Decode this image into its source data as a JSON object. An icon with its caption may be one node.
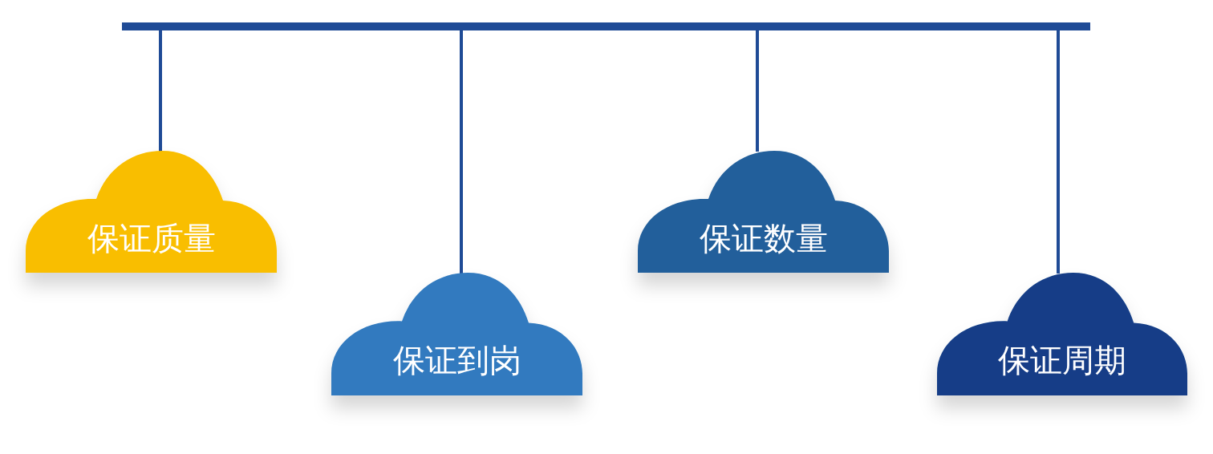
{
  "diagram": {
    "nodes": [
      {
        "text": [],
        "shape": "bar"
      },
      {
        "text": [
          "保证质量"
        ]
      },
      {
        "text": [
          "保证到岗"
        ]
      },
      {
        "text": [
          "保证数量"
        ]
      },
      {
        "text": [
          "保证周期"
        ]
      }
    ],
    "edges": [
      {
        "from": 0,
        "to": 1,
        "arrow": "none"
      },
      {
        "from": 0,
        "to": 2,
        "arrow": "none"
      },
      {
        "from": 0,
        "to": 3,
        "arrow": "none"
      },
      {
        "from": 0,
        "to": 4,
        "arrow": "none"
      }
    ]
  }
}
